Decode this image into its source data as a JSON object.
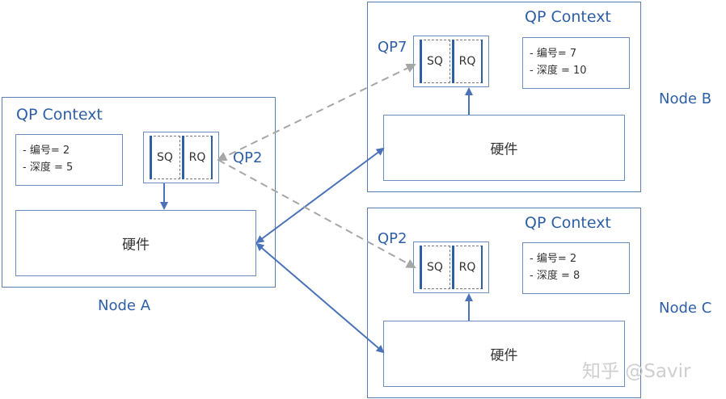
{
  "node_a": {
    "label": "Node A",
    "context_title": "QP Context",
    "context_lines": [
      "- 编号= 2",
      "- 深度 = 5"
    ],
    "qp_label": "QP2",
    "sq_label": "SQ",
    "rq_label": "RQ",
    "hardware_label": "硬件"
  },
  "node_b": {
    "label": "Node B",
    "context_title": "QP Context",
    "context_lines": [
      "- 编号= 7",
      "- 深度 = 10"
    ],
    "qp_label": "QP7",
    "sq_label": "SQ",
    "rq_label": "RQ",
    "hardware_label": "硬件"
  },
  "node_c": {
    "label": "Node C",
    "context_title": "QP Context",
    "context_lines": [
      "- 编号= 2",
      "- 深度 = 8"
    ],
    "qp_label": "QP2",
    "sq_label": "SQ",
    "rq_label": "RQ",
    "hardware_label": "硬件"
  },
  "colors": {
    "solid_arrow": "#4a72b8",
    "dashed_arrow": "#a6a6a6",
    "text_blue": "#2e5fa5"
  },
  "watermark": "知乎 @Savir"
}
